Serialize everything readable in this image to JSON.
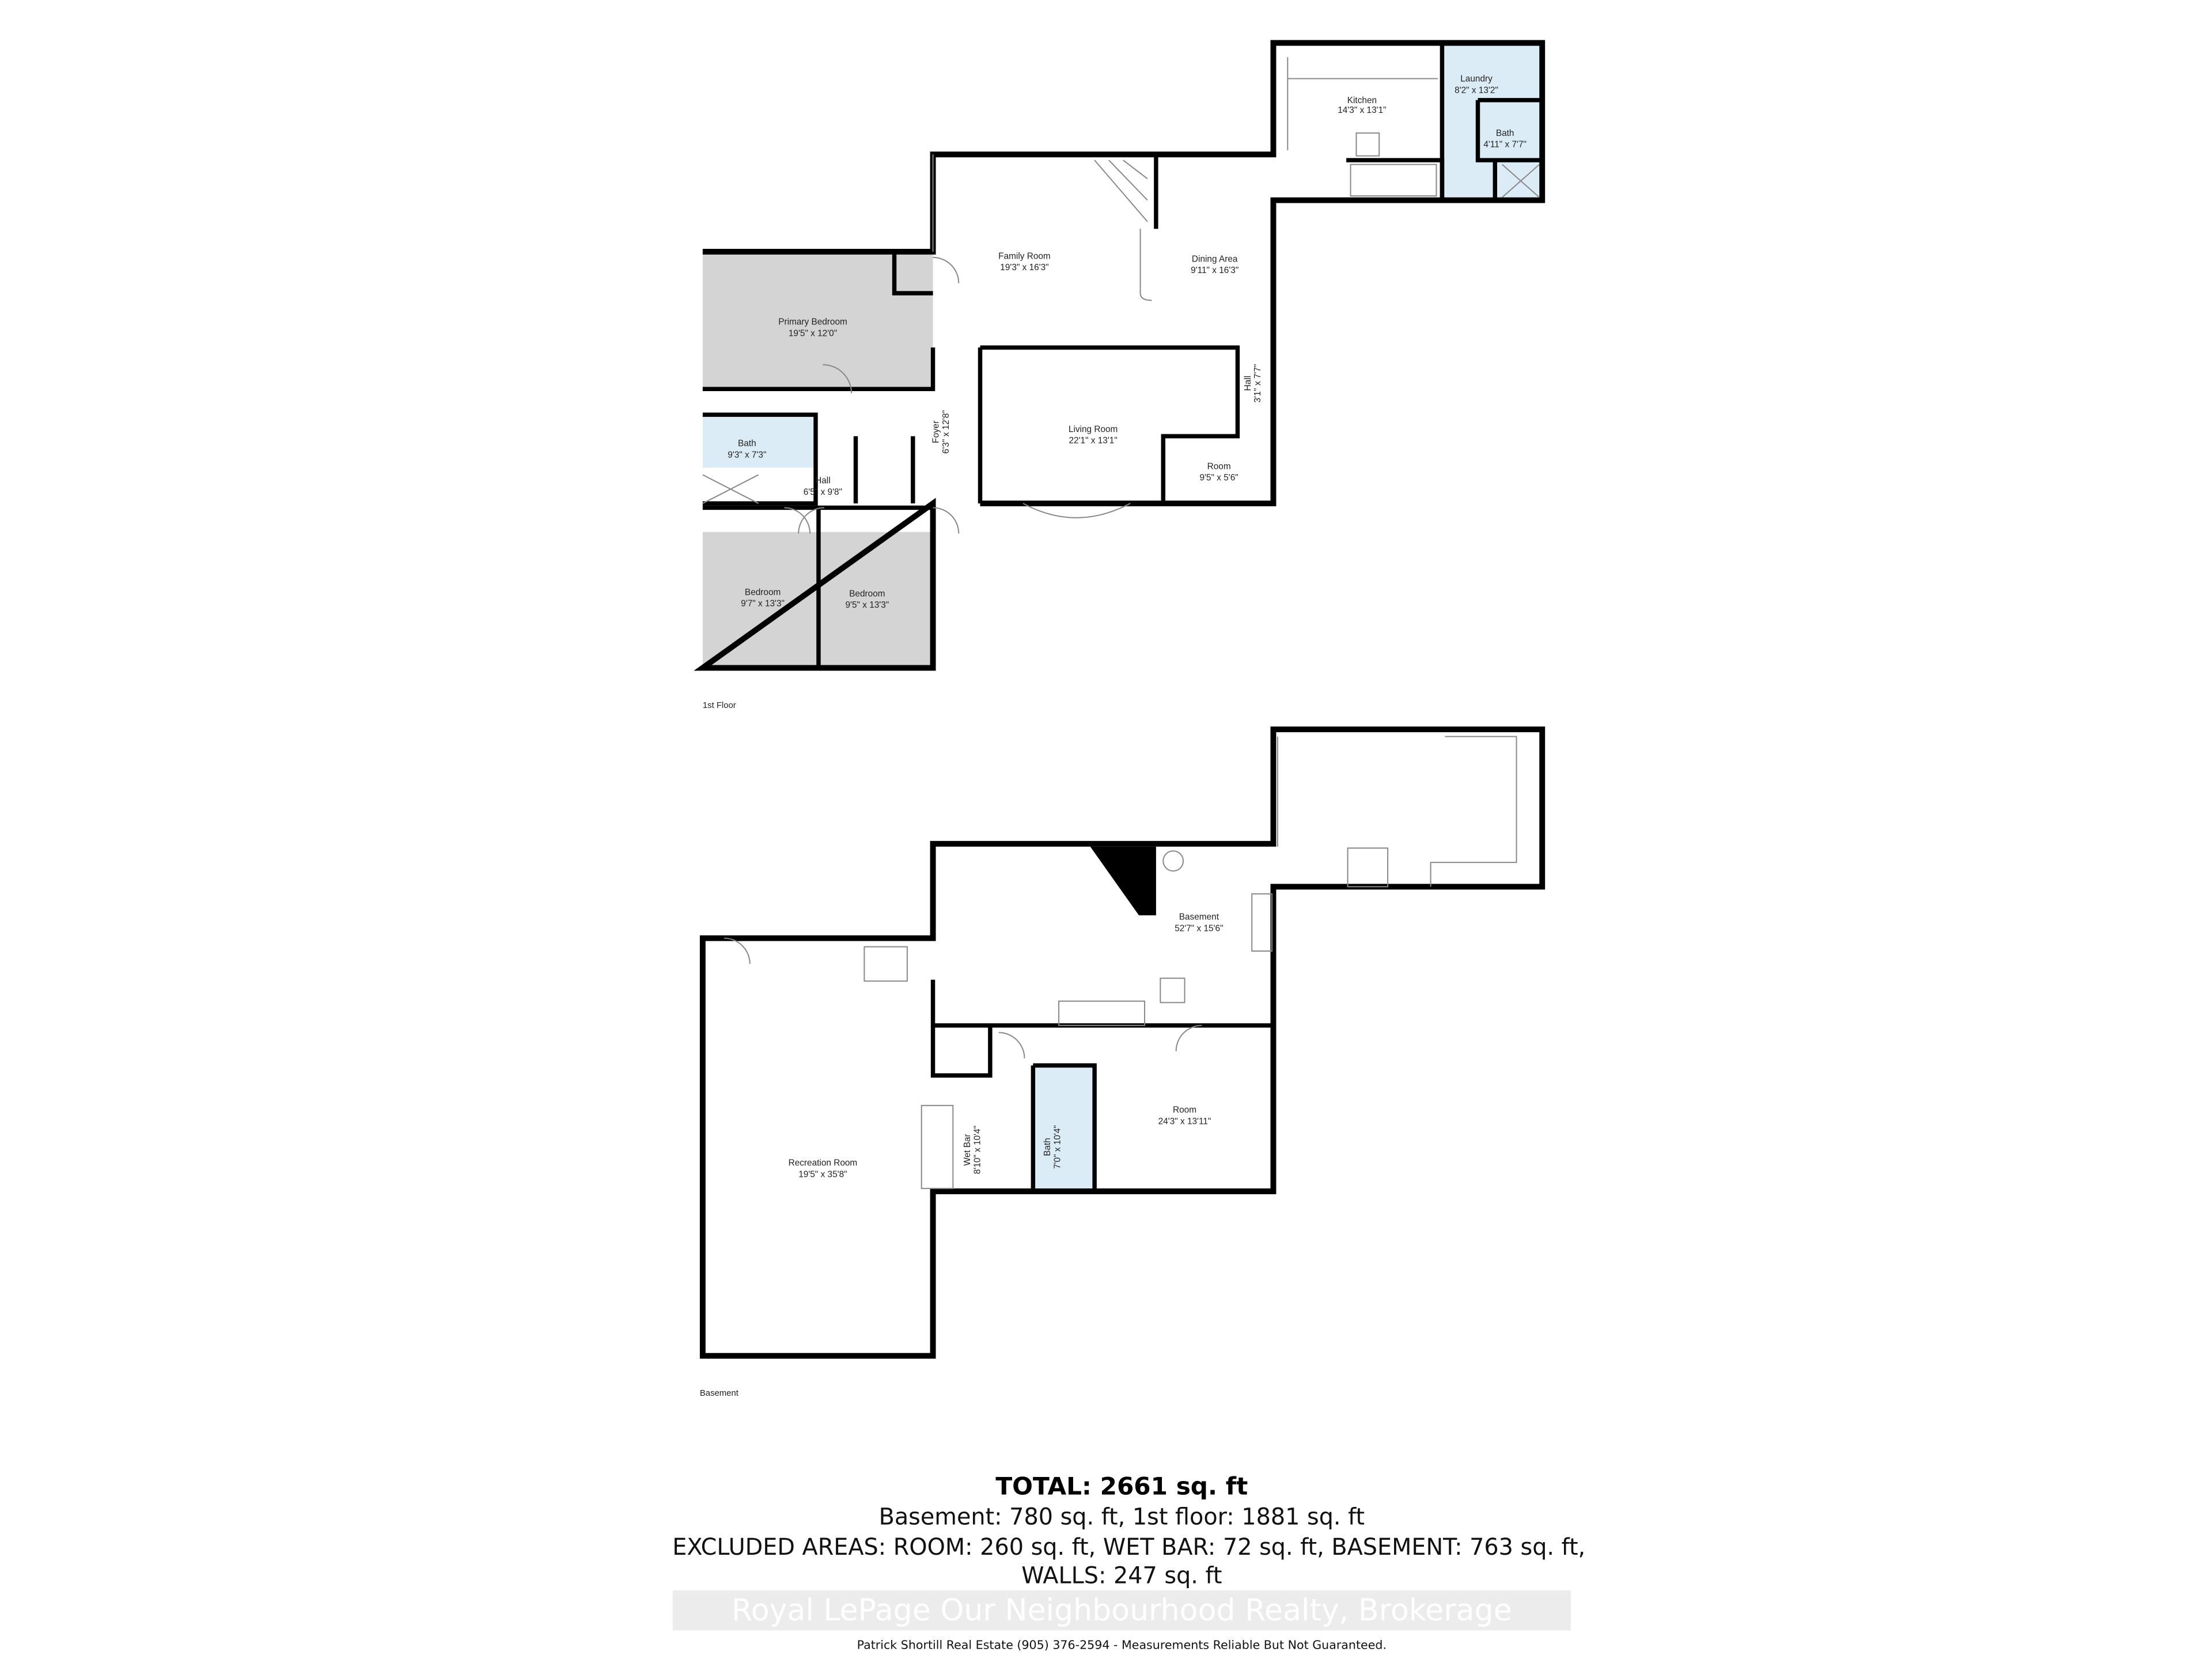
{
  "colors": {
    "wall": "#000000",
    "bedroom_fill": "#d4d4d4",
    "wet_area_fill": "#dcecf7",
    "watermark": "#ffffff"
  },
  "first_floor": {
    "label": "1st Floor",
    "rooms": [
      {
        "name": "Kitchen",
        "dims": "14'3\" x 13'1\""
      },
      {
        "name": "Laundry",
        "dims": "8'2\" x 13'2\""
      },
      {
        "name": "Bath",
        "dims": "4'11\" x 7'7\""
      },
      {
        "name": "Family Room",
        "dims": "19'3\" x 16'3\""
      },
      {
        "name": "Dining Area",
        "dims": "9'11\" x 16'3\""
      },
      {
        "name": "Primary Bedroom",
        "dims": "19'5\" x 12'0\""
      },
      {
        "name": "Hall",
        "dims": "3'1\" x 7'7\""
      },
      {
        "name": "Foyer",
        "dims": "6'3\" x 12'8\""
      },
      {
        "name": "Living Room",
        "dims": "22'1\" x 13'1\""
      },
      {
        "name": "Bath",
        "dims": "9'3\" x 7'3\""
      },
      {
        "name": "Room",
        "dims": "9'5\" x 5'6\""
      },
      {
        "name": "Hall",
        "dims": "6'5\" x 9'8\""
      },
      {
        "name": "Bedroom",
        "dims": "9'7\" x 13'3\""
      },
      {
        "name": "Bedroom",
        "dims": "9'5\" x 13'3\""
      }
    ]
  },
  "basement": {
    "label": "Basement",
    "rooms": [
      {
        "name": "Basement",
        "dims": "52'7\" x 15'6\""
      },
      {
        "name": "Room",
        "dims": "24'3\" x 13'11\""
      },
      {
        "name": "Bath",
        "dims": "7'0\" x 10'4\""
      },
      {
        "name": "Wet Bar",
        "dims": "8'10\" x 10'4\""
      },
      {
        "name": "Recreation Room",
        "dims": "19'5\" x 35'8\""
      }
    ]
  },
  "summary": {
    "total": "TOTAL: 2661 sq. ft",
    "floors": "Basement: 780 sq. ft, 1st floor: 1881 sq. ft",
    "excluded_line1": "EXCLUDED AREAS: ROOM: 260 sq. ft, WET BAR: 72 sq. ft, BASEMENT: 763 sq. ft,",
    "excluded_line2": "WALLS: 247 sq. ft",
    "watermark": "Royal LePage Our Neighbourhood Realty, Brokerage",
    "footer": "Patrick Shortill Real Estate (905) 376-2594 - Measurements Reliable But Not Guaranteed."
  }
}
